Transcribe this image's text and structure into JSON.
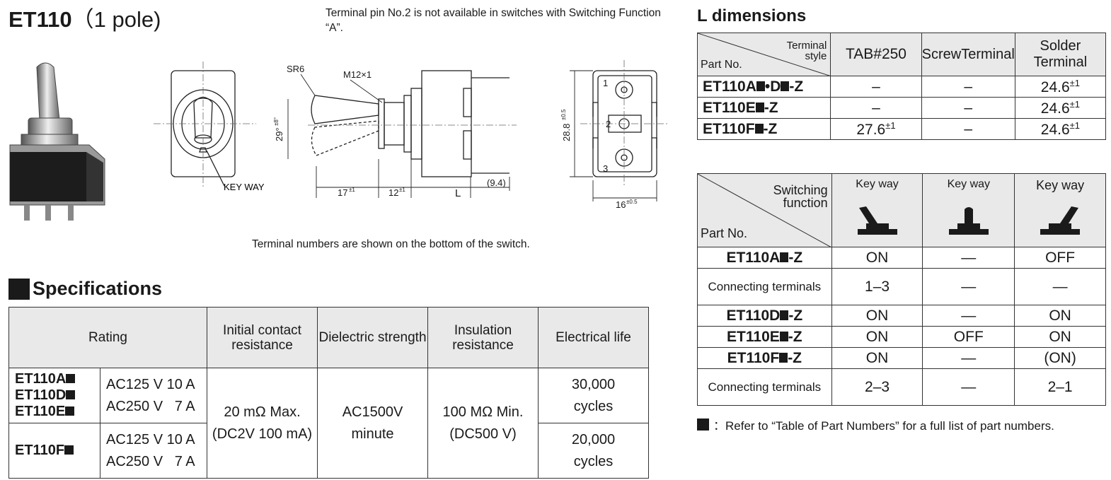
{
  "title": {
    "model": "ET110",
    "poles": "（1 pole)"
  },
  "notes": {
    "terminal_pin": "Terminal pin No.2 is not available in switches with Switching Function “A”.",
    "terminal_numbers": "Terminal numbers are shown on the bottom of the switch."
  },
  "drawing": {
    "key_way": "KEY WAY",
    "sr": "SR6",
    "thread": "M12×1",
    "angle": "29°",
    "angle_tol": "±8°",
    "dim_17": "17",
    "dim_12": "12",
    "tol_1": "±1",
    "dim_L": "L",
    "dim_94": "(9.4)",
    "dim_288": "28.8",
    "dim_16": "16",
    "tol_05": "±0.5",
    "pin1": "1",
    "pin2": "2",
    "pin3": "3"
  },
  "specifications": {
    "heading": "Specifications",
    "headers": [
      "Rating",
      "Initial contact resistance",
      "Dielectric strength",
      "Insulation resistance",
      "Electrical life"
    ],
    "row1_parts": [
      "ET110A",
      "ET110D",
      "ET110E"
    ],
    "row2_parts": [
      "ET110F"
    ],
    "rating1": "AC125 V 10 A",
    "rating2": "AC250 V   7 A",
    "contact_resistance": [
      "20 mΩ Max.",
      "(DC2V 100 mA)"
    ],
    "dielectric": [
      "AC1500V",
      "minute"
    ],
    "insulation": [
      "100 MΩ Min.",
      "(DC500 V)"
    ],
    "life1": [
      "30,000",
      "cycles"
    ],
    "life2": [
      "20,000",
      "cycles"
    ]
  },
  "l_dimensions": {
    "heading": "L dimensions",
    "corner_top": [
      "Terminal",
      "style"
    ],
    "corner_bottom": "Part No.",
    "columns": [
      "TAB#250",
      "ScrewTerminal",
      "Solder Terminal"
    ],
    "rows": [
      {
        "part": [
          "ET110A",
          "•D",
          "-Z"
        ],
        "tab": "–",
        "screw": "–",
        "solder": "24.6",
        "solder_tol": "±1"
      },
      {
        "part": [
          "ET110E",
          "-Z"
        ],
        "tab": "–",
        "screw": "–",
        "solder": "24.6",
        "solder_tol": "±1"
      },
      {
        "part": [
          "ET110F",
          "-Z"
        ],
        "tab": "27.6",
        "tab_tol": "±1",
        "screw": "–",
        "solder": "24.6",
        "solder_tol": "±1"
      }
    ]
  },
  "switching": {
    "corner_top": [
      "Switching",
      "function"
    ],
    "corner_bottom": "Part No.",
    "key_way": "Key way",
    "rows": [
      {
        "part": [
          "ET110A",
          "-Z"
        ],
        "c1": "ON",
        "c2": "—",
        "c3": "OFF"
      },
      {
        "label": "Connecting terminals",
        "c1": "1–3",
        "c2": "—",
        "c3": "—"
      },
      {
        "part": [
          "ET110D",
          "-Z"
        ],
        "c1": "ON",
        "c2": "—",
        "c3": "ON"
      },
      {
        "part": [
          "ET110E",
          "-Z"
        ],
        "c1": "ON",
        "c2": "OFF",
        "c3": "ON"
      },
      {
        "part": [
          "ET110F",
          "-Z"
        ],
        "c1": "ON",
        "c2": "—",
        "c3": "(ON)"
      },
      {
        "label": "Connecting terminals",
        "c1": "2–3",
        "c2": "—",
        "c3": "2–1"
      }
    ]
  },
  "footnote": "：Refer to “Table of Part Numbers” for a full list of part numbers."
}
